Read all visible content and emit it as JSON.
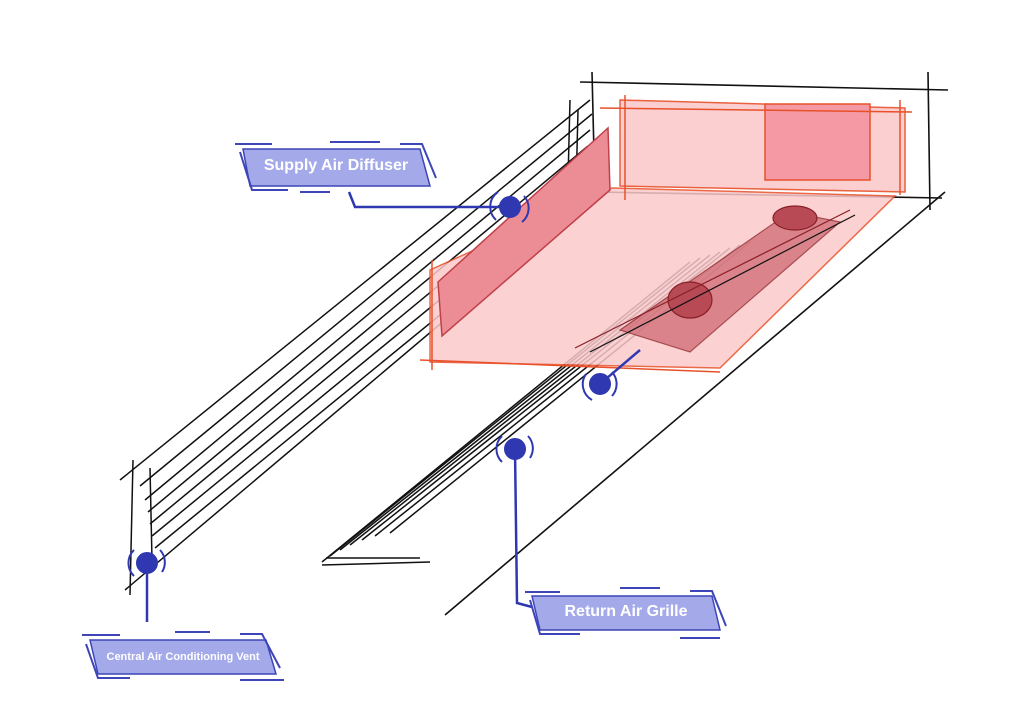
{
  "labels": {
    "supply": "Supply Air Diffuser",
    "return": "Return Air Grille",
    "central": "Central Air Conditioning Vent"
  },
  "colors": {
    "accent": "#2f38b0",
    "label_fill": "#a4a9ea",
    "unit_fill": "#f7b6bb",
    "unit_stroke": "#e8502a",
    "line": "#111111"
  }
}
